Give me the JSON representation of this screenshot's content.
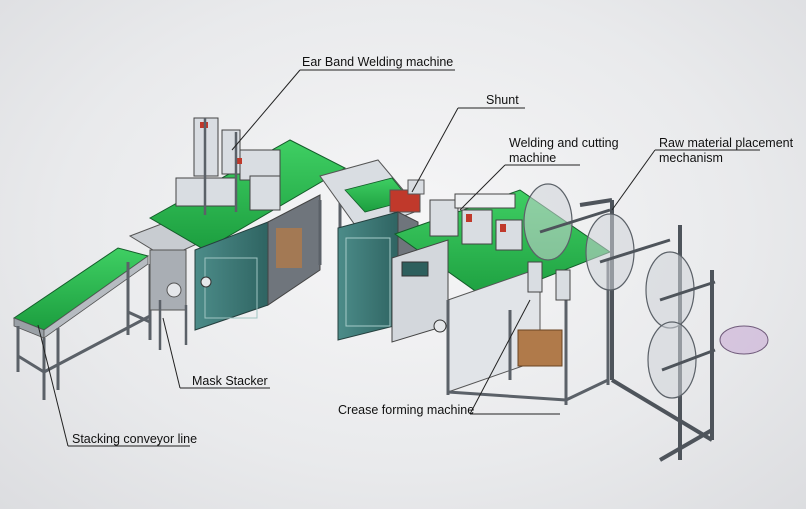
{
  "labels": {
    "ear_band": "Ear Band Welding machine",
    "shunt": "Shunt",
    "welding_cutting_1": "Welding and cutting",
    "welding_cutting_2": "machine",
    "raw_material_1": "Raw material placement",
    "raw_material_2": "mechanism",
    "mask_stacker": "Mask Stacker",
    "crease_forming": "Crease forming machine",
    "stacking_conveyor": "Stacking conveyor line"
  },
  "colors": {
    "frame": "#8a8f96",
    "frame_dark": "#4e545b",
    "table_green": "#22b24a",
    "cabinet": "#3e7a78",
    "cabinet_dark": "#2d5f5d",
    "panel_light": "#d9dde2",
    "copper": "#b07a4a",
    "roll": "#cfd3d8",
    "leader": "#222222"
  }
}
